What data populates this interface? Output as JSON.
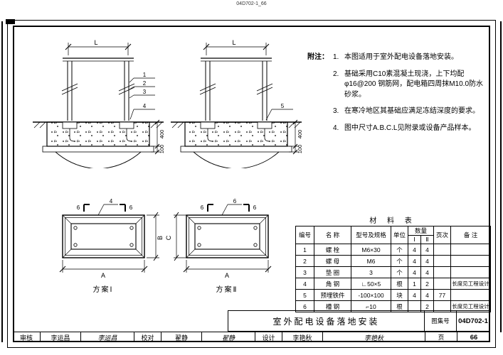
{
  "page": {
    "filename_label": "04D702-1_66"
  },
  "notes": {
    "title": "附注：",
    "items": [
      {
        "num": "1.",
        "text": "本图适用于室外配电设备落地安装。"
      },
      {
        "num": "2.",
        "text": "基础采用C10素混凝土现浇，上下均配φ16@200 钢筋网，配电箱四周抹M10.0防水砂浆。"
      },
      {
        "num": "3.",
        "text": "在寒冷地区其基础应满足冻结深度的要求。"
      },
      {
        "num": "4.",
        "text": "图中尺寸A.B.C.L见附录或设备产品样本。"
      }
    ]
  },
  "drawings": {
    "elevation1": {
      "dim_top": "L",
      "dim_depth": "400",
      "dim_cushion": "100",
      "callout_1": "1",
      "callout_2": "2",
      "callout_3": "3",
      "callout_4": "4"
    },
    "elevation2": {
      "dim_top": "L",
      "dim_depth": "400",
      "dim_cushion": "100",
      "callout_5": "5"
    },
    "plan1": {
      "label": "方案Ⅰ",
      "dim_bottom": "A",
      "dim_side": "B",
      "callout": "4",
      "section_left": "6",
      "section_right": "6"
    },
    "plan2": {
      "label": "方案Ⅱ",
      "dim_bottom": "A",
      "dim_side": "C",
      "callout": "6",
      "section_left": "6",
      "section_right": "6"
    }
  },
  "material_table": {
    "title": "材 料 表",
    "headers": {
      "no": "编号",
      "name": "名  称",
      "spec": "型号及规格",
      "unit": "单位",
      "qty": "数量",
      "qty1": "Ⅰ",
      "qty2": "Ⅱ",
      "page": "页次",
      "remark": "备  注"
    },
    "rows": [
      {
        "no": "1",
        "name": "螺  栓",
        "spec": "M6×30",
        "unit": "个",
        "q1": "4",
        "q2": "4",
        "page": "",
        "remark": ""
      },
      {
        "no": "2",
        "name": "螺  母",
        "spec": "M6",
        "unit": "个",
        "q1": "4",
        "q2": "4",
        "page": "",
        "remark": ""
      },
      {
        "no": "3",
        "name": "垫  圈",
        "spec": "3",
        "unit": "个",
        "q1": "4",
        "q2": "4",
        "page": "",
        "remark": ""
      },
      {
        "no": "4",
        "name": "角  钢",
        "spec": "∟50×5",
        "unit": "根",
        "q1": "1",
        "q2": "2",
        "page": "",
        "remark": "长度见工程设计"
      },
      {
        "no": "5",
        "name": "预埋铁件",
        "spec": "-100×100",
        "unit": "块",
        "q1": "4",
        "q2": "4",
        "page": "77",
        "remark": ""
      },
      {
        "no": "6",
        "name": "槽  钢",
        "spec": "⌐10",
        "unit": "根",
        "q1": "",
        "q2": "2",
        "page": "",
        "remark": "长度见工程设计"
      }
    ]
  },
  "title_block": {
    "title": "室外配电设备落地安装",
    "atlas_label": "图集号",
    "atlas_no": "04D702-1",
    "page_label": "页",
    "page_no": "66"
  },
  "signatures": [
    {
      "role": "审核",
      "name": "李运昌",
      "signature": "李运昌"
    },
    {
      "role": "校对",
      "name": "翟静",
      "signature": "翟静"
    },
    {
      "role": "设计",
      "name": "李艳秋",
      "signature": "李艳秋"
    }
  ]
}
